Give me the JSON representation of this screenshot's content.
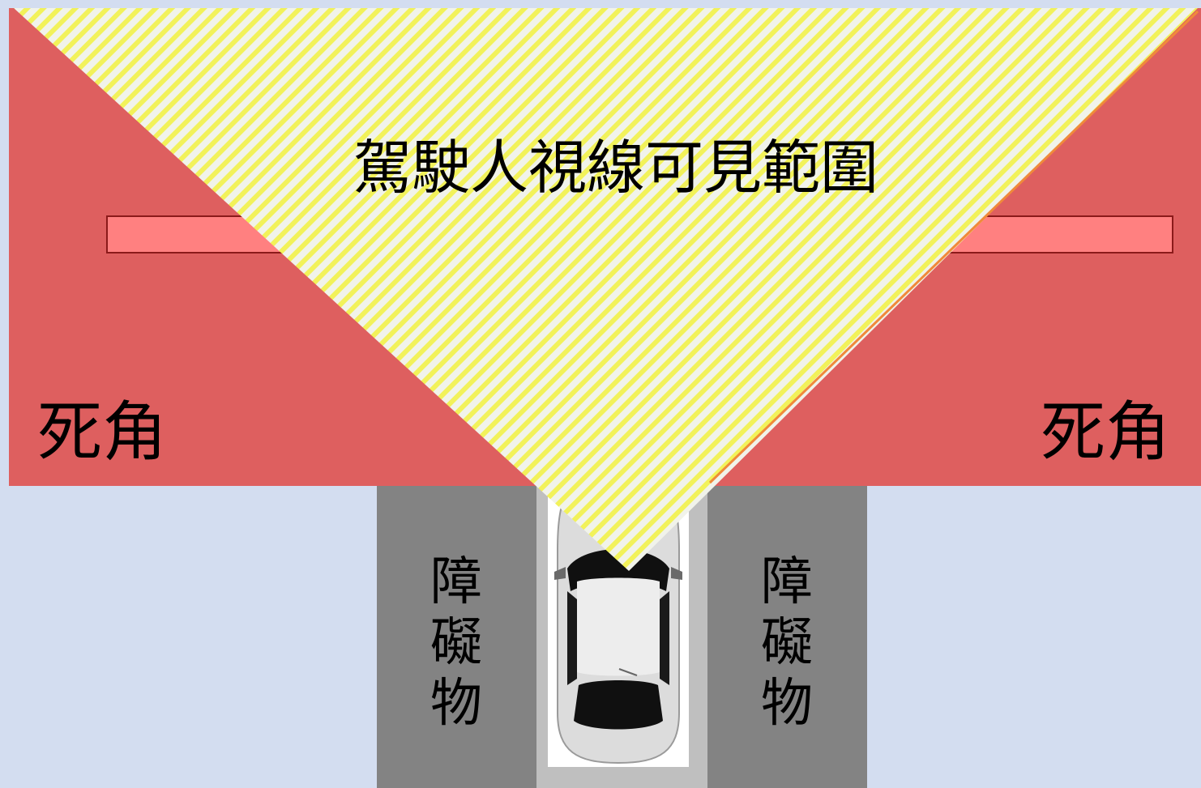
{
  "title": "駕駛人視線可見範圍",
  "left_zone_label": "死角",
  "right_zone_label": "死角",
  "left_obstacle_chars": [
    "障",
    "礙",
    "物"
  ],
  "right_obstacle_chars": [
    "障",
    "礙",
    "物"
  ],
  "colors": {
    "blind_spot": "#de5f5f",
    "visible_stripe": "#f2f25a",
    "visible_base": "#f1f3ea",
    "obstacle": "#838383",
    "lane": "#bfbfbf",
    "background": "#d3ddf0",
    "pedestrian_box": "#ff8080"
  }
}
